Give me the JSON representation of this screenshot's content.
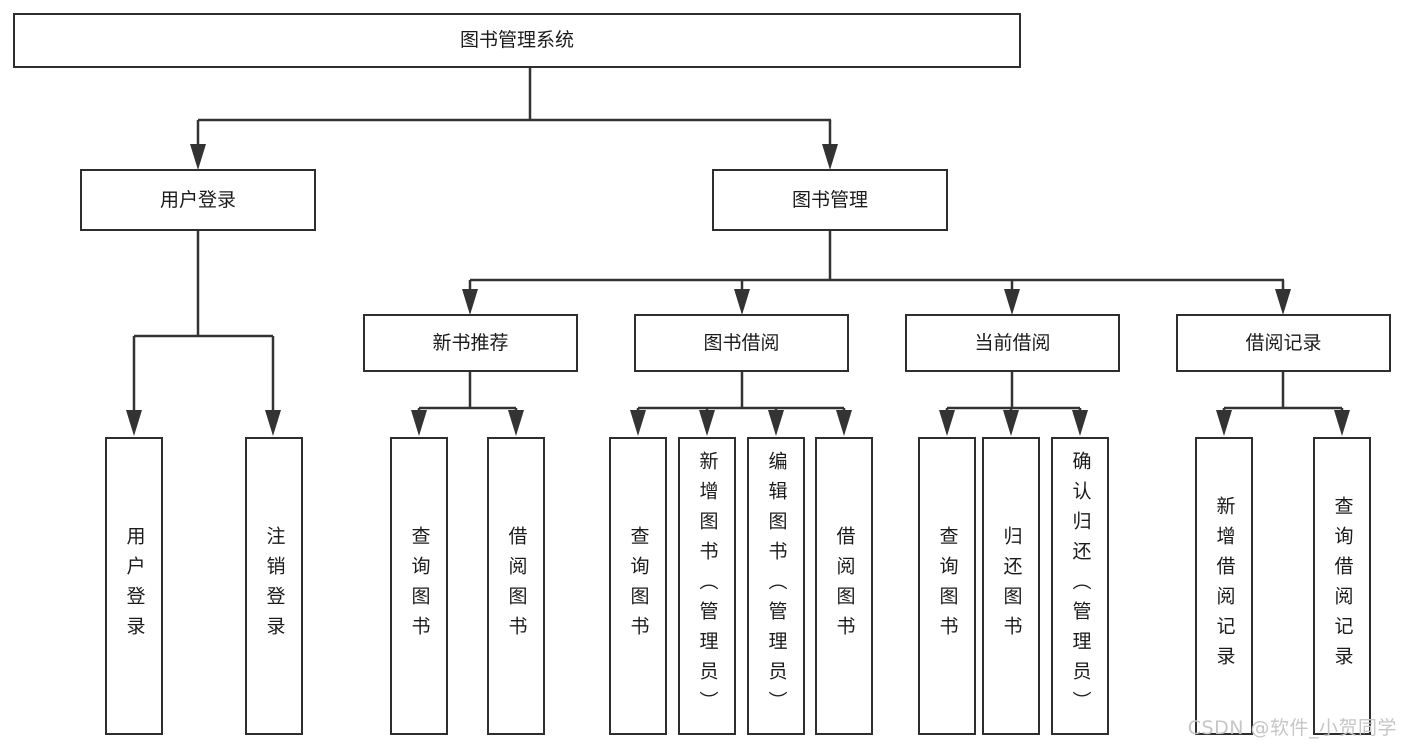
{
  "diagram": {
    "title_note": "functional structure tree",
    "colors": {
      "line": "#333333",
      "box_border": "#2e2e2e",
      "text": "#1b1b1b",
      "watermark": "#c6c6c6",
      "background": "#ffffff"
    },
    "root": {
      "label": "图书管理系统"
    },
    "branches": [
      {
        "label": "用户登录",
        "children": [
          {
            "label": "用户登录"
          },
          {
            "label": "注销登录"
          }
        ]
      },
      {
        "label": "图书管理",
        "children": [
          {
            "label": "新书推荐",
            "children": [
              {
                "label": "查询图书"
              },
              {
                "label": "借阅图书"
              }
            ]
          },
          {
            "label": "图书借阅",
            "children": [
              {
                "label": "查询图书"
              },
              {
                "label": "新增图书（管理员）"
              },
              {
                "label": "编辑图书（管理员）"
              },
              {
                "label": "借阅图书"
              }
            ]
          },
          {
            "label": "当前借阅",
            "children": [
              {
                "label": "查询图书"
              },
              {
                "label": "归还图书"
              },
              {
                "label": "确认归还（管理员）"
              }
            ]
          },
          {
            "label": "借阅记录",
            "children": [
              {
                "label": "新增借阅记录"
              },
              {
                "label": "查询借阅记录"
              }
            ]
          }
        ]
      }
    ],
    "watermark": "CSDN @软件_小贺同学"
  }
}
